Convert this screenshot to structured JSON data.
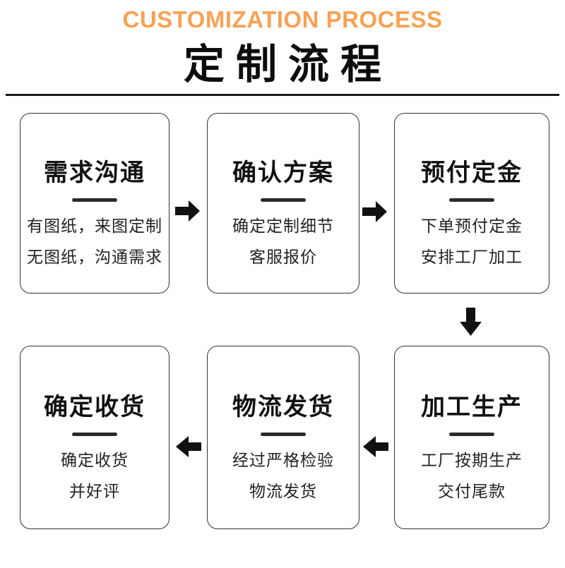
{
  "header": {
    "eyebrow": "CUSTOMIZATION PROCESS",
    "title": "定制流程"
  },
  "colors": {
    "accent_orange": "#F7A254",
    "ink": "#111111",
    "rule": "#2b2b2b",
    "box_border": "#333333"
  },
  "steps": [
    {
      "order": 1,
      "title": "需求沟通",
      "lines": [
        "有图纸，来图定制",
        "无图纸，沟通需求"
      ]
    },
    {
      "order": 2,
      "title": "确认方案",
      "lines": [
        "确定定制细节",
        "客服报价"
      ]
    },
    {
      "order": 3,
      "title": "预付定金",
      "lines": [
        "下单预付定金",
        "安排工厂加工"
      ]
    },
    {
      "order": 4,
      "title": "加工生产",
      "lines": [
        "工厂按期生产",
        "交付尾款"
      ]
    },
    {
      "order": 5,
      "title": "物流发货",
      "lines": [
        "经过严格检验",
        "物流发货"
      ]
    },
    {
      "order": 6,
      "title": "确定收货",
      "lines": [
        "确定收货",
        "并好评"
      ]
    }
  ],
  "icons": {
    "arrow_right": "➡ solid black right arrow",
    "arrow_down": "⬇ solid black down arrow",
    "arrow_left": "⬅ solid black left arrow"
  }
}
